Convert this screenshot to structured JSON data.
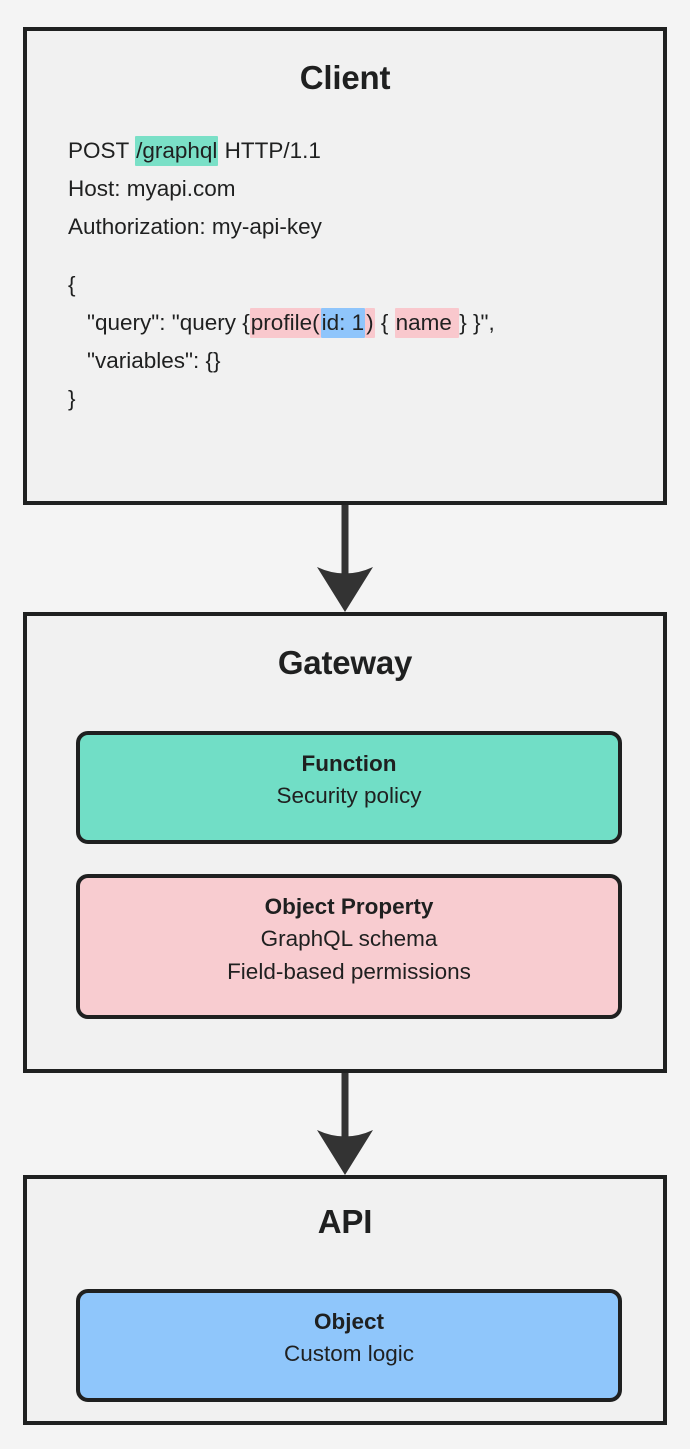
{
  "diagram": {
    "type": "flowchart",
    "background_color": "#f4f4f4",
    "node_fill_color": "#f1f1f1",
    "border_color": "#1f2020",
    "accent_colors": {
      "green": "#71dec6",
      "pink": "#f8ccd0",
      "blue": "#8fc6fb"
    }
  },
  "client": {
    "title": "Client",
    "request": {
      "line_method": "POST ",
      "line_path": "/graphql",
      "line_protocol": " HTTP/1.1",
      "line_host": "Host: myapi.com",
      "line_auth": "Authorization: my-api-key",
      "brace_open": "{",
      "query_key": "\"query\": \"query ",
      "query_brace_open": "{",
      "query_profile": "profile(",
      "query_args": "id: 1",
      "query_close_paren": ")",
      "query_inner_open": " { ",
      "query_name": "name ",
      "query_inner_close": "} ",
      "query_brace_close": "}\",",
      "variables_line": "\"variables\": {}",
      "brace_close": "}"
    }
  },
  "gateway": {
    "title": "Gateway",
    "nodes": [
      {
        "id": "function",
        "title": "Function",
        "lines": [
          "Security policy"
        ],
        "color": "#71dec6"
      },
      {
        "id": "object-property",
        "title": "Object Property",
        "lines": [
          "GraphQL schema",
          "Field-based permissions"
        ],
        "color": "#f8ccd0"
      }
    ]
  },
  "api": {
    "title": "API",
    "nodes": [
      {
        "id": "object",
        "title": "Object",
        "lines": [
          "Custom logic"
        ],
        "color": "#8fc6fb"
      }
    ]
  },
  "arrows": [
    {
      "id": "client-to-gateway",
      "from": "Client",
      "to": "Gateway",
      "direction": "down"
    },
    {
      "id": "gateway-to-api",
      "from": "Gateway",
      "to": "API",
      "direction": "down"
    }
  ]
}
